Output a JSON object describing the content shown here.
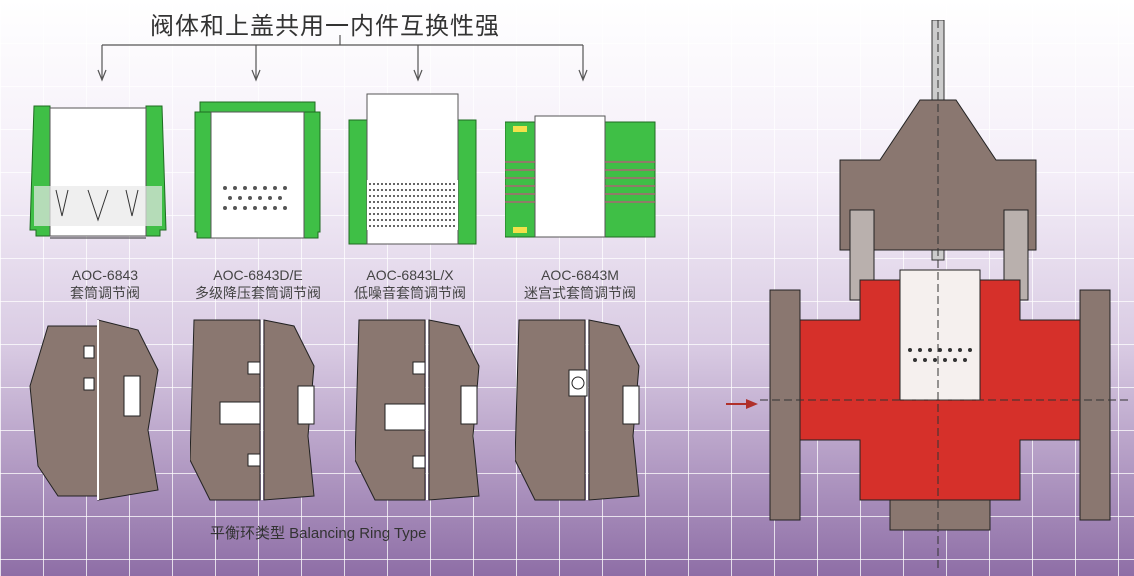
{
  "title": "阀体和上盖共用一内件互换性强",
  "variants": [
    {
      "model": "AOC-6843",
      "name": "套筒调节阀"
    },
    {
      "model": "AOC-6843D/E",
      "name": "多级降压套筒调节阀"
    },
    {
      "model": "AOC-6843L/X",
      "name": "低噪音套筒调节阀"
    },
    {
      "model": "AOC-6843M",
      "name": "迷宫式套筒调节阀"
    }
  ],
  "caption": "平衡环类型  Balancing Ring Type",
  "colors": {
    "trim_green": "#3fbf46",
    "body_red": "#d6302a",
    "casting_gray": "#8a7770"
  }
}
